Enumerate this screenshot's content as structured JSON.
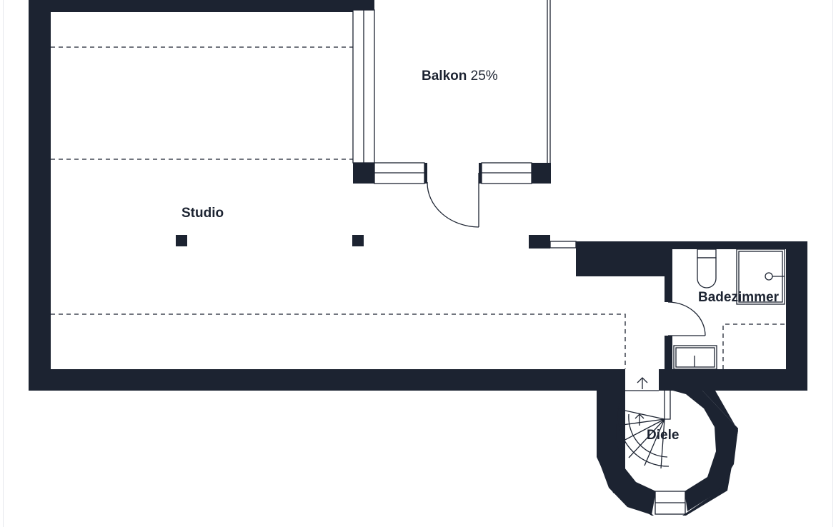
{
  "rooms": {
    "balkon": {
      "name": "Balkon",
      "note": "25%"
    },
    "studio": {
      "name": "Studio"
    },
    "badezimmer": {
      "name": "Badezimmer"
    },
    "diele": {
      "name": "Diele"
    }
  },
  "colors": {
    "wall": "#1c2331",
    "background": "#ffffff"
  }
}
